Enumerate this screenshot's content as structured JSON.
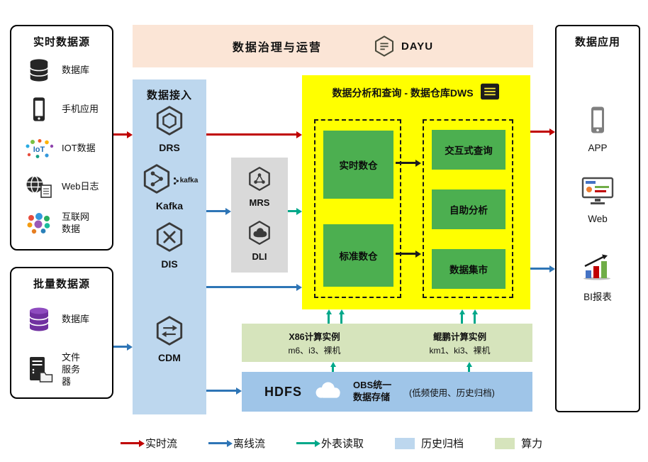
{
  "banner": {
    "title": "数据治理与运营",
    "logo_label": "DAYU",
    "bg": "#fbe5d6"
  },
  "realtime_sources": {
    "title": "实时数据源",
    "items": [
      {
        "label": "数据库",
        "icon": "database-icon"
      },
      {
        "label": "手机应用",
        "icon": "mobile-phone-icon"
      },
      {
        "label": "IOT数据",
        "icon": "iot-icon"
      },
      {
        "label": "Web日志",
        "icon": "web-log-icon"
      },
      {
        "label": "互联网数据",
        "icon": "internet-data-icon"
      }
    ]
  },
  "batch_sources": {
    "title": "批量数据源",
    "items": [
      {
        "label": "数据库",
        "icon": "purple-database-icon"
      },
      {
        "label": "文件服务器",
        "icon": "file-server-icon"
      }
    ]
  },
  "ingestion": {
    "title": "数据接入",
    "kafka_wordmark": "kafka",
    "services": [
      {
        "label": "DRS",
        "icon": "drs-hexagon-icon"
      },
      {
        "label": "Kafka",
        "icon": "kafka-hexagon-icon"
      },
      {
        "label": "DIS",
        "icon": "dis-hexagon-icon"
      },
      {
        "label": "CDM",
        "icon": "cdm-hexagon-icon"
      }
    ],
    "bg": "#bdd7ee"
  },
  "mrs_dli": {
    "services": [
      {
        "label": "MRS",
        "icon": "mrs-hexagon-icon"
      },
      {
        "label": "DLI",
        "icon": "dli-hexagon-icon"
      }
    ],
    "bg": "#d9d9d9"
  },
  "dws": {
    "title": "数据分析和查询 - 数据仓库DWS",
    "warehouses": [
      "实时数仓",
      "标准数仓"
    ],
    "analytics": [
      "交互式查询",
      "自助分析",
      "数据集市"
    ],
    "bg": "#ffff00",
    "green": "#4caf50"
  },
  "compute_instances": {
    "x86": {
      "title": "X86计算实例",
      "subtitle": "m6、i3、裸机"
    },
    "kunpeng": {
      "title": "鲲鹏计算实例",
      "subtitle": "km1、ki3、裸机"
    },
    "bg": "#d6e4bc"
  },
  "storage": {
    "hdfs_label": "HDFS",
    "obs_label": "OBS统一数据存储",
    "obs_note": "(低频使用、历史归档)",
    "icon": "obs-cloud-icon",
    "bg": "#9fc5e8"
  },
  "applications": {
    "title": "数据应用",
    "items": [
      {
        "label": "APP",
        "icon": "app-phone-icon"
      },
      {
        "label": "Web",
        "icon": "web-monitor-icon"
      },
      {
        "label": "BI报表",
        "icon": "bi-report-icon"
      }
    ]
  },
  "legend": {
    "items": [
      {
        "label": "实时流",
        "type": "arrow",
        "color": "#c00000"
      },
      {
        "label": "离线流",
        "type": "arrow",
        "color": "#2e75b6"
      },
      {
        "label": "外表读取",
        "type": "arrow",
        "color": "#00a88a"
      },
      {
        "label": "历史归档",
        "type": "swatch",
        "color": "#bdd7ee"
      },
      {
        "label": "算力",
        "type": "swatch",
        "color": "#d6e4bc"
      }
    ]
  },
  "colors": {
    "realtime_flow": "#c00000",
    "offline_flow": "#2e75b6",
    "external_read": "#00a88a",
    "internal_arrow": "#1c1c1c"
  }
}
